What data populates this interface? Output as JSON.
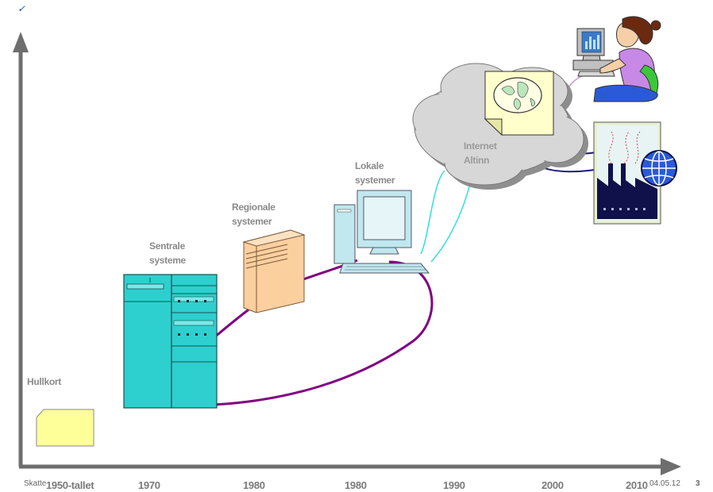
{
  "labels": {
    "hullkort": "Hullkort",
    "sentrale": "Sentrale\nsysteme",
    "regionale": "Regionale\nsystemer",
    "lokale": "Lokale\nsystemer",
    "internet": "Internet\nAltinn"
  },
  "timeline": [
    "1950-tallet",
    "1970",
    "1980",
    "1980",
    "1990",
    "2000",
    "2010"
  ],
  "footer": {
    "org": "Skatte",
    "date": "04.05.12",
    "page": "3"
  },
  "colors": {
    "axis": "#6e6e6e",
    "mainframe": "#2ecfcf",
    "server": "#fccf9f",
    "card": "#ffff99",
    "cloud": "#d7d7d7",
    "link_purple": "#800080",
    "link_cyan": "#33dddd",
    "link_navy": "#1a1a7a"
  },
  "icons": [
    "punch-card-icon",
    "mainframe-icon",
    "server-icon",
    "desktop-computer-icon",
    "cloud-icon",
    "world-map-icon",
    "person-at-computer-icon",
    "factory-icon",
    "globe-icon"
  ]
}
